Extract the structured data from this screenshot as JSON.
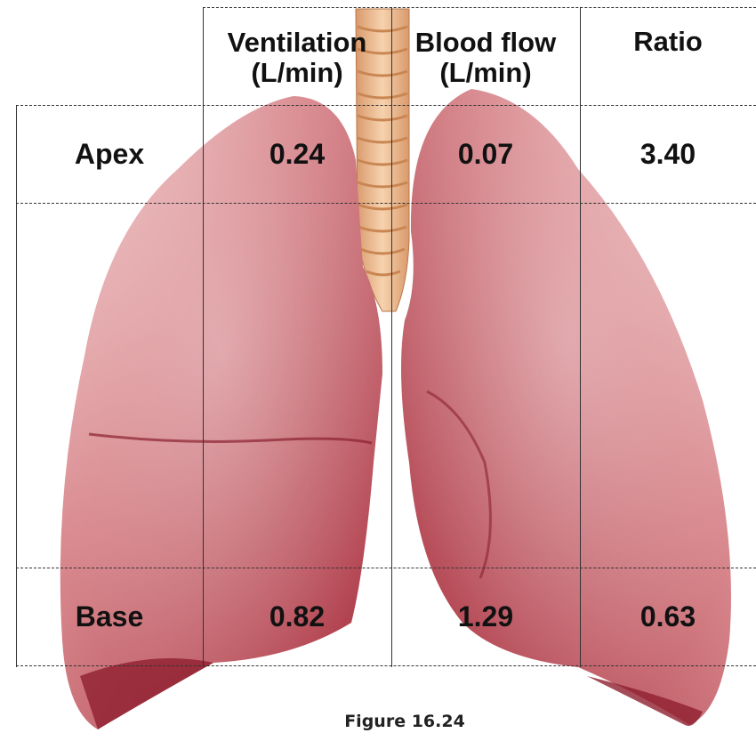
{
  "table": {
    "headers": {
      "ventilation": [
        "Ventilation",
        "(L/min)"
      ],
      "blood_flow": [
        "Blood flow",
        "(L/min)"
      ],
      "ratio": "Ratio"
    },
    "rows": [
      {
        "label": "Apex",
        "ventilation": "0.24",
        "blood_flow": "0.07",
        "ratio": "3.40"
      },
      {
        "label": "Base",
        "ventilation": "0.82",
        "blood_flow": "1.29",
        "ratio": "0.63"
      }
    ]
  },
  "caption": "Figure 16.24",
  "colors": {
    "lung_light": "#f3cfcf",
    "lung_mid": "#d98a8f",
    "lung_dark": "#a62d3c",
    "trachea": "#f0c39a",
    "grid_line": "#333333",
    "text": "#111111"
  }
}
